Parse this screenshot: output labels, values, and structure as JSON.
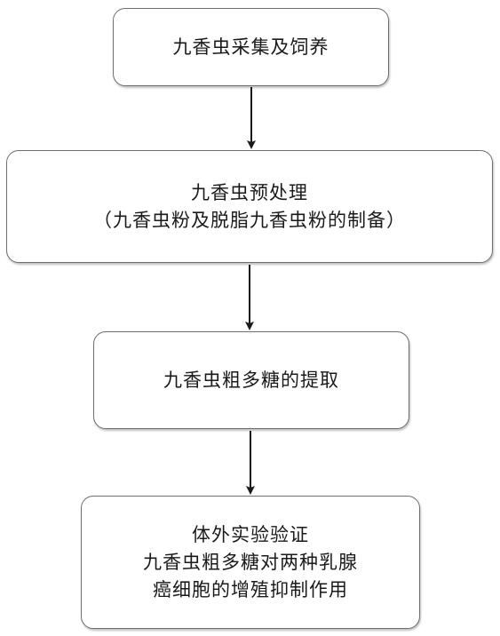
{
  "flowchart": {
    "steps": [
      {
        "lines": [
          "九香虫采集及饲养"
        ]
      },
      {
        "lines": [
          "九香虫预处理",
          "（九香虫粉及脱脂九香虫粉的制备）"
        ]
      },
      {
        "lines": [
          "九香虫粗多糖的提取"
        ]
      },
      {
        "lines": [
          "体外实验验证",
          "九香虫粗多糖对两种乳腺",
          "癌细胞的增殖抑制作用"
        ]
      }
    ]
  },
  "colors": {
    "border": "#6f6f6f",
    "arrow": "#1a1a1a",
    "text": "#1a1a1a",
    "background": "#ffffff"
  }
}
